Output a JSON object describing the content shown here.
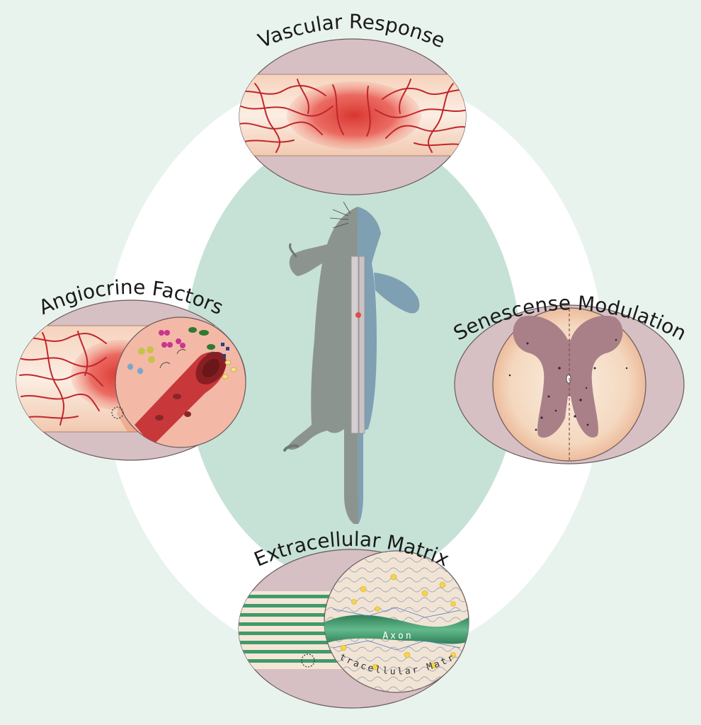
{
  "labels": {
    "vascular": "Vascular Response",
    "angiocrine": "Angiocrine Factors",
    "senescence": "Senescense Modulation",
    "ecm": "Extracellular Matrix",
    "axon": "Axon",
    "ecm_inset": "Extracellular Matrix"
  },
  "colors": {
    "background": "#e9f3ee",
    "ring": "#ffffff",
    "center": "#c6e2d7",
    "panel_frame": "#d4bcc0",
    "tissue": "#f4dcc8",
    "vessel": "#c0262c",
    "lesion": "#e8554d",
    "grey_matter": "#a98088",
    "axon": "#3f9a6d",
    "mouse": "#8a9490",
    "mouse_blue": "#7f9fb2"
  },
  "icons": [
    "mouse-silhouette",
    "blood-vessel",
    "spinal-cord-cross-section",
    "axon-fiber",
    "extracellular-matrix-mesh"
  ]
}
